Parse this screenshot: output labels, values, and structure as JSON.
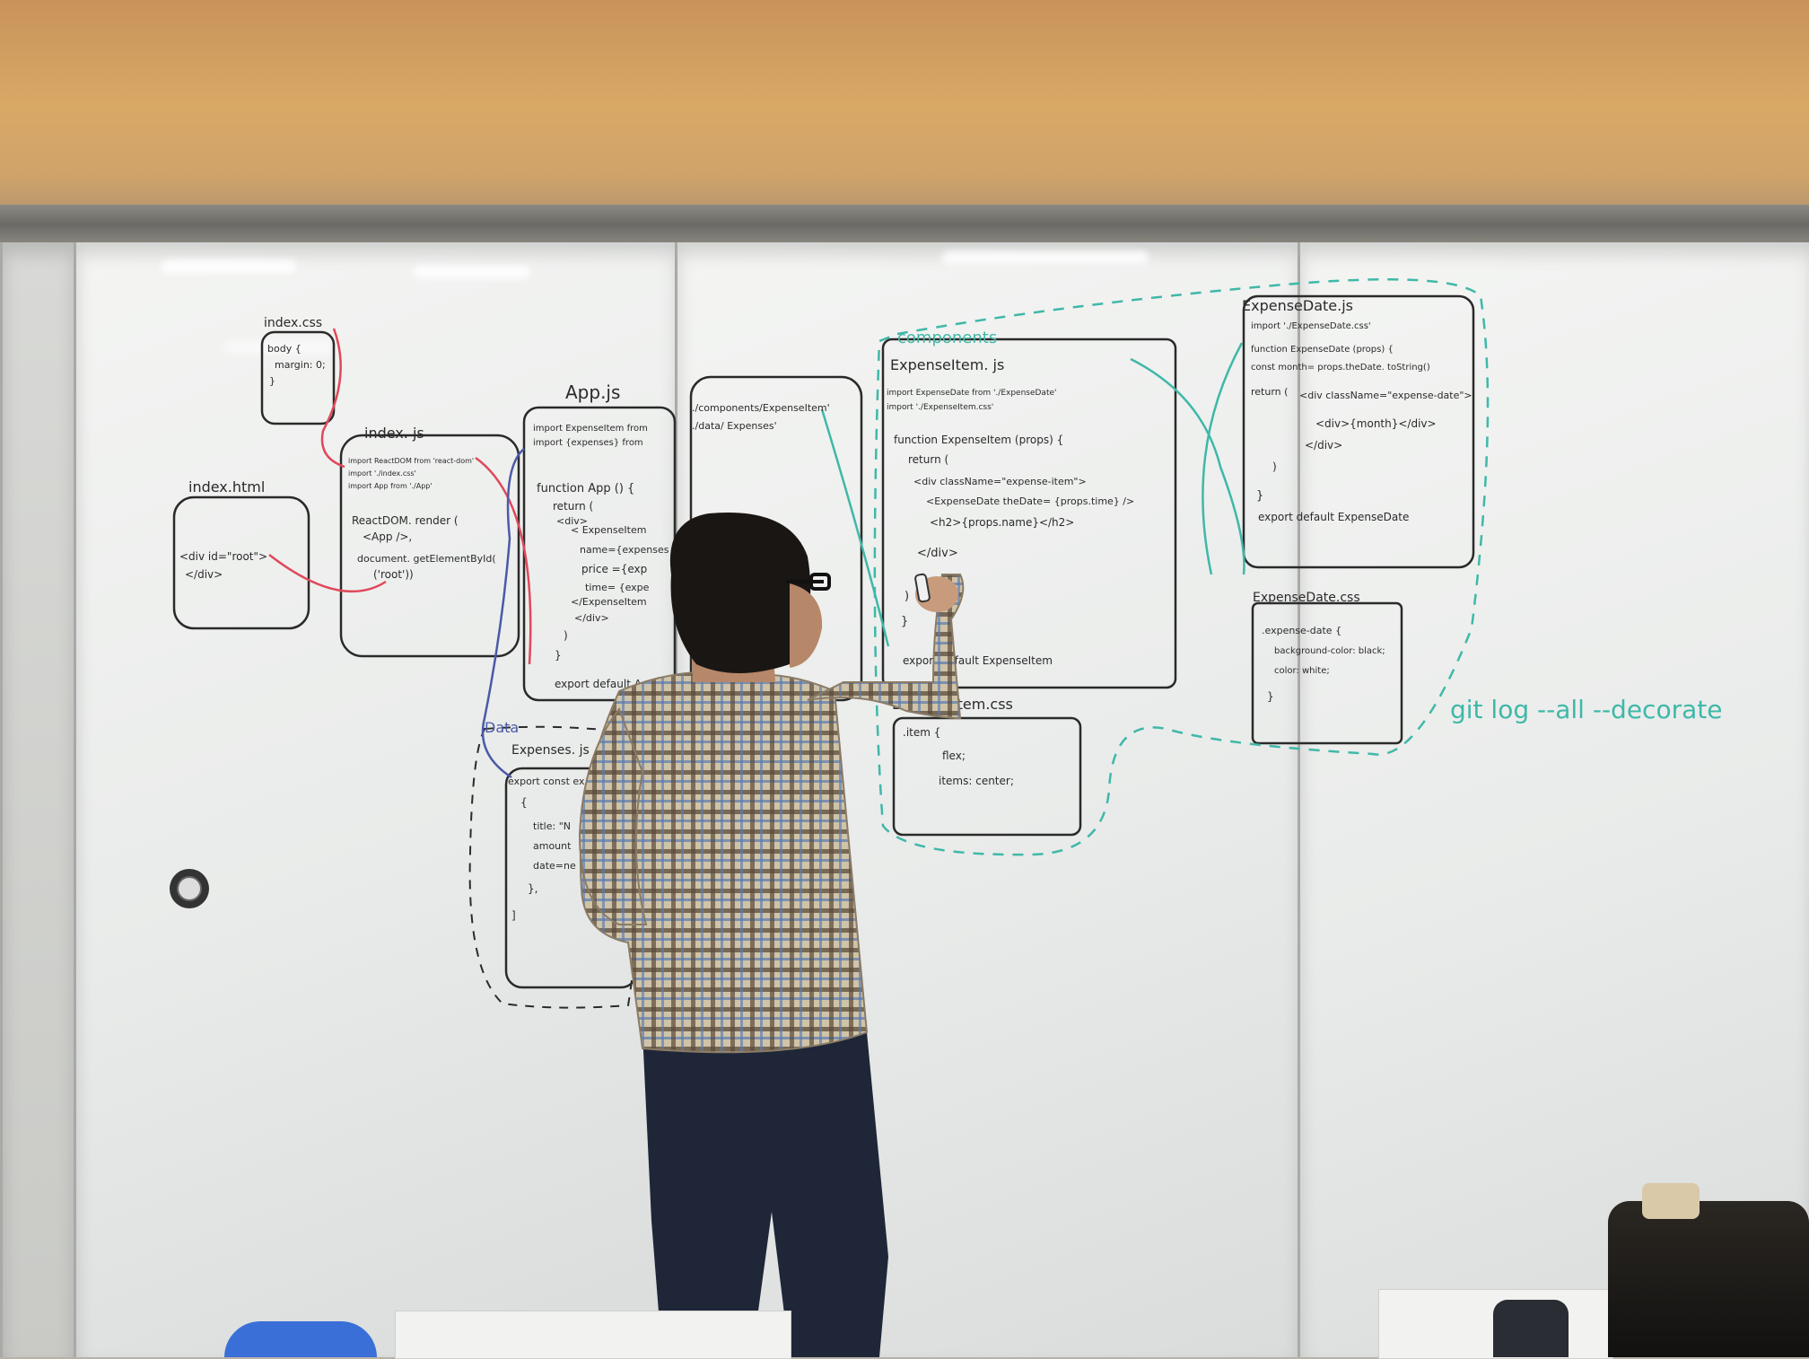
{
  "scene": {
    "colors": {
      "black_ink": "#2a2a2a",
      "teal_ink": "#3fb8a8",
      "red_ink": "#e0485a",
      "blue_ink": "#4a5aa8"
    }
  },
  "whiteboard": {
    "index_css": {
      "title": "index.css",
      "lines": [
        "body {",
        "margin: 0;",
        "}"
      ]
    },
    "index_html": {
      "title": "index.html",
      "lines": [
        "<div id=\"root\">",
        "</div>"
      ]
    },
    "index_js": {
      "title": "index. js",
      "lines": [
        "import ReactDOM from 'react-dom'",
        "import './index.css'",
        "import App from './App'",
        "ReactDOM. render (",
        "<App />,",
        "document. getElementById(",
        "('root'))"
      ]
    },
    "app_js": {
      "title": "App.js",
      "lines": [
        "import ExpenseItem from",
        "import {expenses} from",
        "function App () {",
        "return (",
        "<div>",
        "< ExpenseItem",
        "name={expenses",
        "price ={exp",
        "time= {expe",
        "</ExpenseItem",
        "</div>",
        ")",
        "}",
        "export default A"
      ]
    },
    "imports_box": {
      "lines": [
        "'./components/ExpenseItem'",
        "'./data/ Expenses'"
      ]
    },
    "components_label": "components",
    "expense_item_js": {
      "title": "ExpenseItem. js",
      "lines": [
        "import ExpenseDate from './ExpenseDate'",
        "import './ExpenseItem.css'",
        "function ExpenseItem (props) {",
        "return (",
        "<div className=\"expense-item\">",
        "<ExpenseDate theDate= {props.time} />",
        "<h2>{props.name}</h2>",
        "</div>",
        ")",
        "}",
        "export default ExpenseItem"
      ]
    },
    "expense_item_css": {
      "title": "ExpenseItem.css",
      "lines": [
        ".item {",
        "flex;",
        "items: center;"
      ]
    },
    "expense_date_js": {
      "title": "ExpenseDate.js",
      "lines": [
        "import './ExpenseDate.css'",
        "function ExpenseDate (props) {",
        "const month= props.theDate. toString()",
        "return (",
        "<div className=\"expense-date\">",
        "<div>{month}</div>",
        "</div>",
        ")",
        "}",
        "export default ExpenseDate"
      ]
    },
    "expense_date_css": {
      "title": "ExpenseDate.css",
      "lines": [
        ".expense-date {",
        "background-color: black;",
        "color: white;",
        "}"
      ]
    },
    "data_label": "Data",
    "expenses_js": {
      "title": "Expenses. js",
      "lines": [
        "export const ex",
        "{",
        "title: \"N",
        "amount",
        "date=ne",
        "},",
        "]"
      ]
    },
    "git_command": "git log --all --decorate"
  }
}
